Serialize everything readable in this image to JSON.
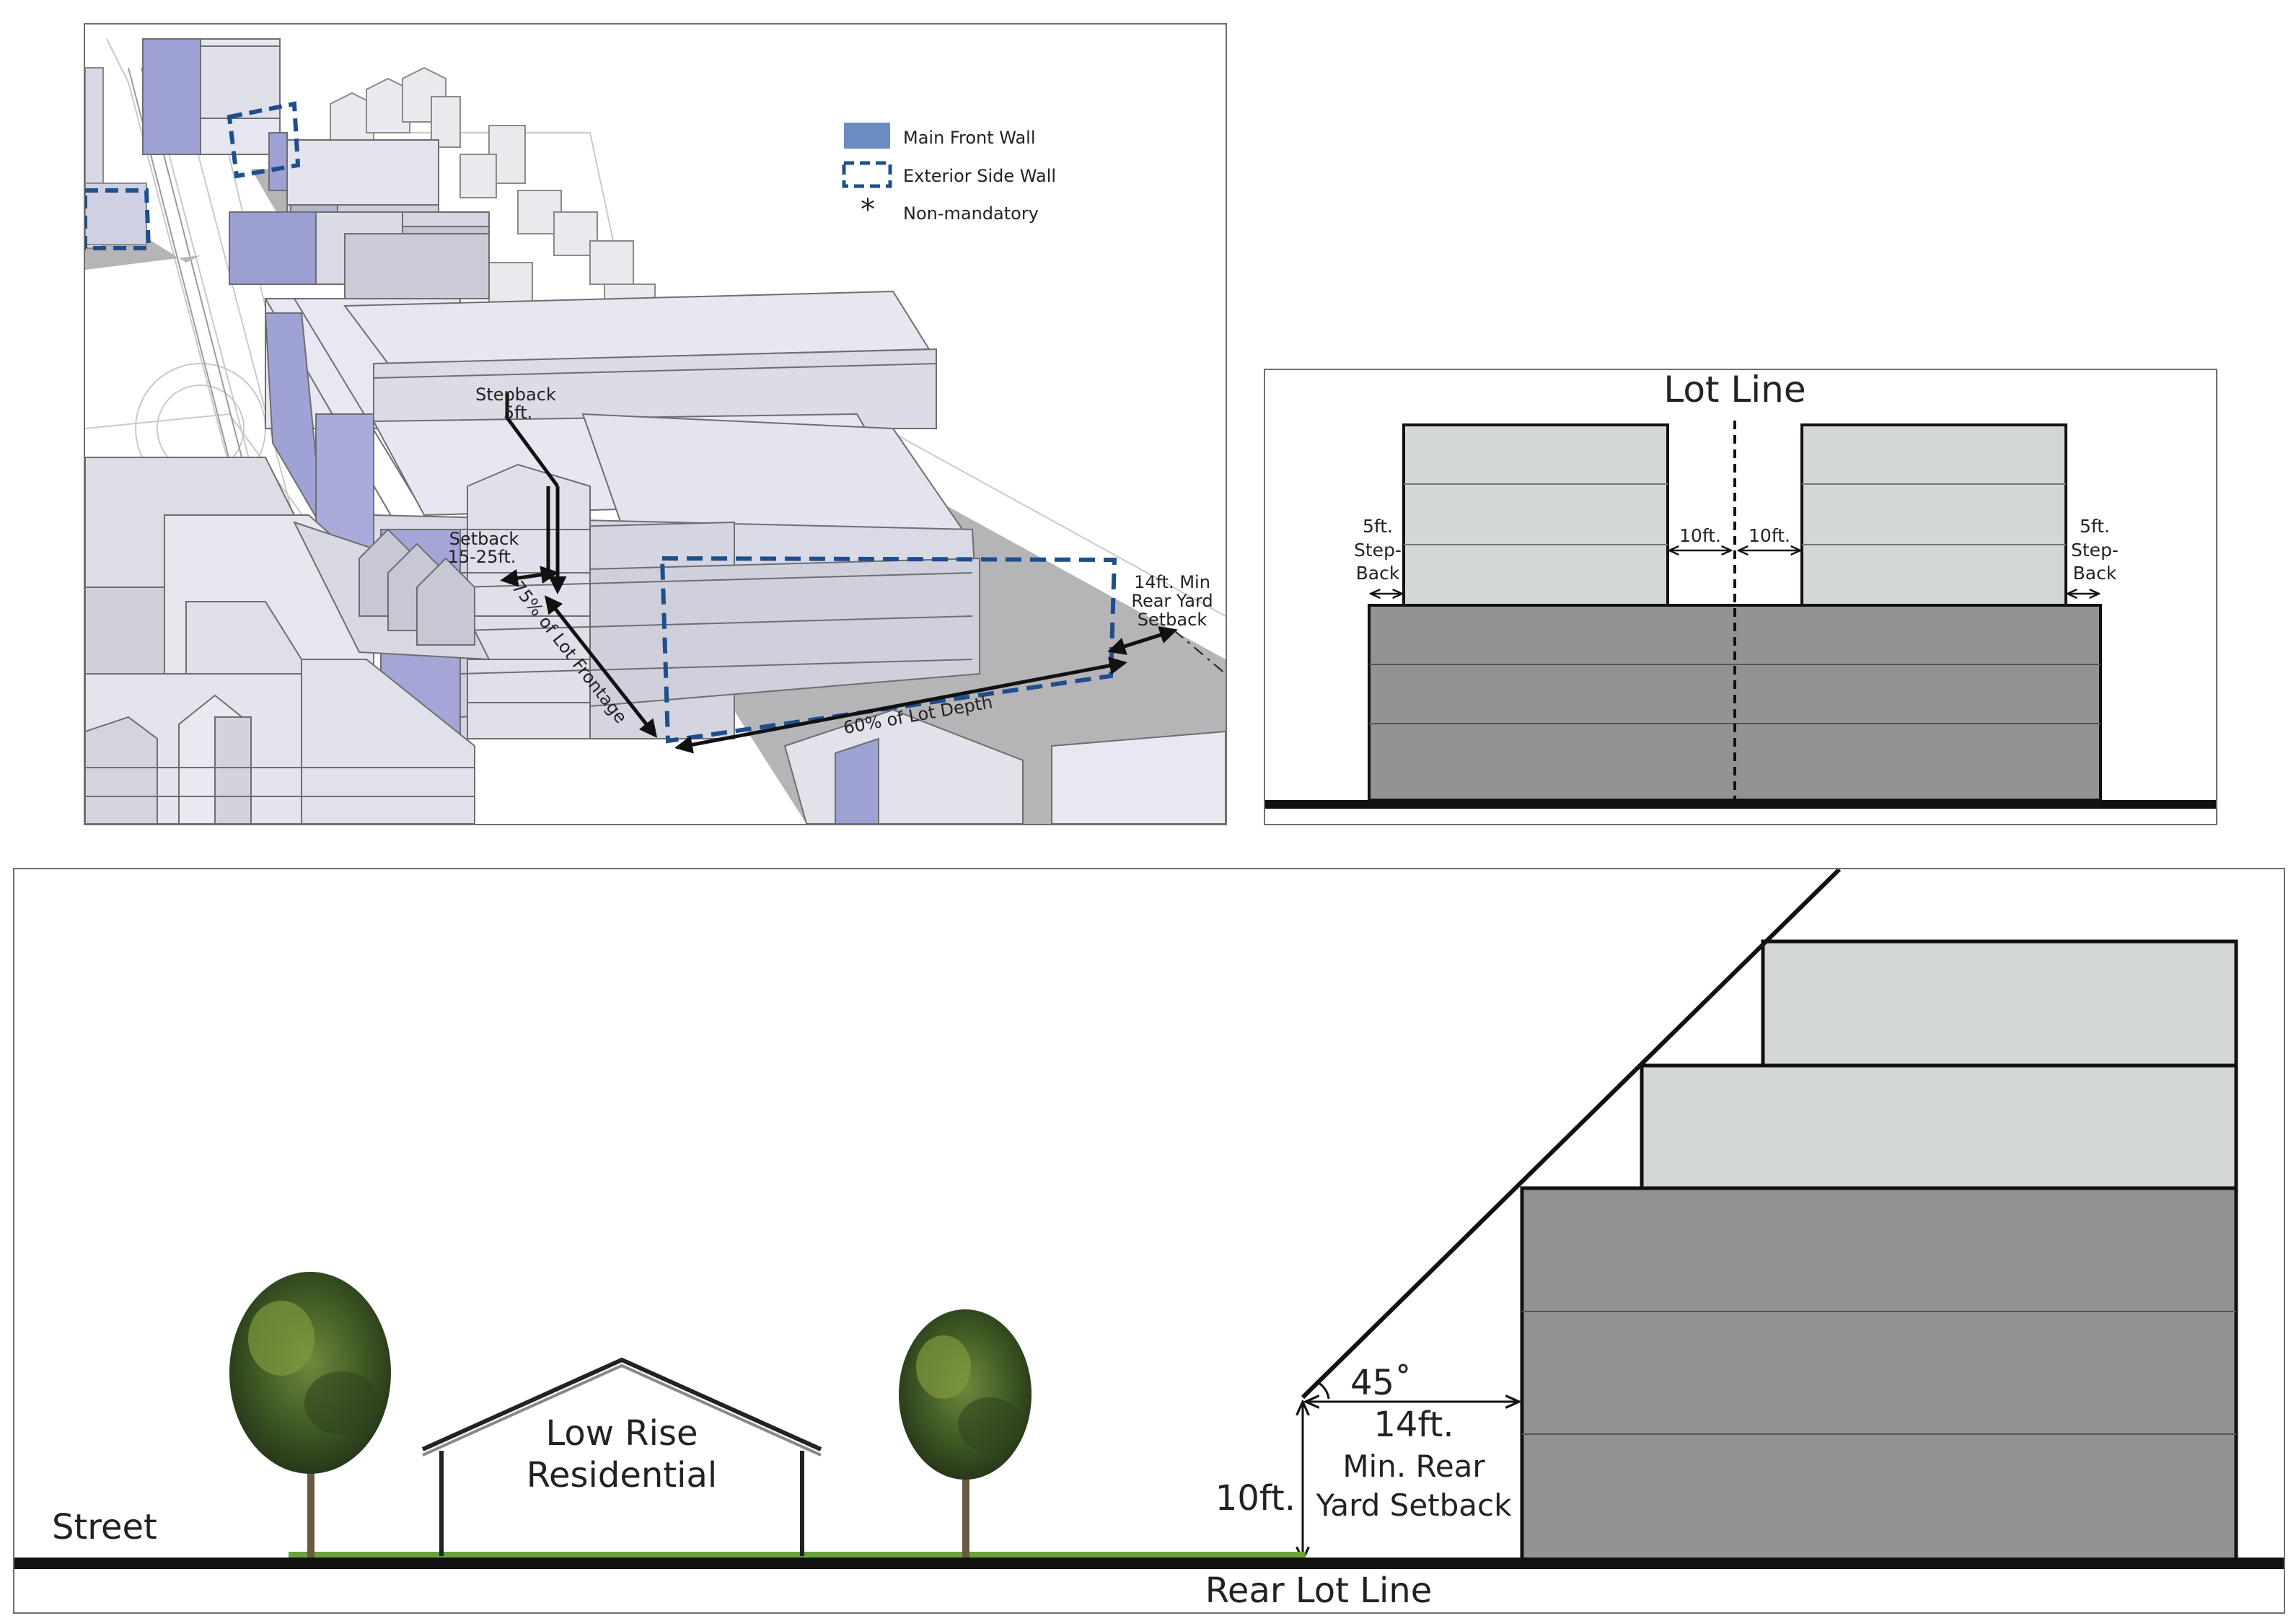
{
  "colors": {
    "front_wall": "#8b8fcf",
    "side_wall_dash": "#1f4e8c",
    "legend_swatch": "#6b8cc0",
    "upper_floor": "#d4d7d8",
    "lower_floor": "#939395",
    "ground_strip": "#6aa33a"
  },
  "axo": {
    "legend": {
      "main_front_wall": "Main Front Wall",
      "exterior_side_wall": "Exterior Side Wall",
      "non_mandatory": "Non-mandatory",
      "non_mandatory_symbol": "*"
    },
    "labels": {
      "stepback_1": "Stepback",
      "stepback_2": "5ft.",
      "setback_1": "Setback",
      "setback_2": "15-25ft.",
      "rear_1": "14ft. Min",
      "rear_2": "Rear Yard",
      "rear_3": "Setback",
      "frontage": "75% of Lot Frontage",
      "depth": "60% of Lot Depth"
    }
  },
  "lot_line": {
    "title": "Lot Line",
    "left_step_1": "5ft.",
    "left_step_2": "Step-",
    "left_step_3": "Back",
    "right_step_1": "5ft.",
    "right_step_2": "Step-",
    "right_step_3": "Back",
    "gap_left": "10ft.",
    "gap_right": "10ft."
  },
  "section": {
    "street": "Street",
    "house_1": "Low Rise",
    "house_2": "Residential",
    "angle": "45˚",
    "setback_value": "14ft.",
    "setback_1": "Min. Rear",
    "setback_2": "Yard Setback",
    "height": "10ft.",
    "rear_lot_line": "Rear Lot Line"
  }
}
